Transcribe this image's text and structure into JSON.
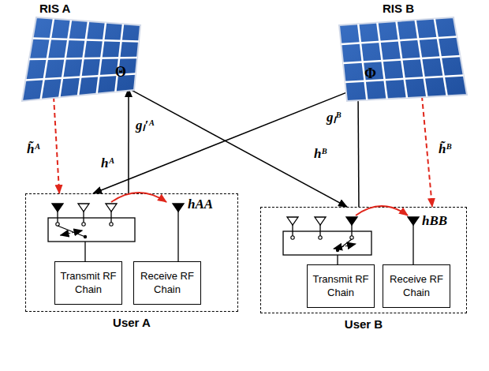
{
  "diagram": {
    "nodes": [
      {
        "text": [
          "RIS A",
          "Θ"
        ]
      },
      {
        "text": [
          "RIS B",
          "Φ"
        ]
      },
      {
        "text": [
          "User A"
        ]
      },
      {
        "text": [
          "Transmit RF Chain"
        ],
        "in": 2
      },
      {
        "text": [
          "Receive RF Chain"
        ],
        "in": 2
      },
      {
        "text": [
          "User B"
        ]
      },
      {
        "text": [
          "Transmit RF Chain"
        ],
        "in": 5
      },
      {
        "text": [
          "Receive RF Chain"
        ],
        "in": 5
      }
    ],
    "edges": [
      {
        "from": 2,
        "to": 0,
        "arrow": "to",
        "label": "gₗ′ᴬ"
      },
      {
        "from": 5,
        "to": 1,
        "arrow": "to",
        "label": "gₗᴮ"
      },
      {
        "from": 1,
        "to": 2,
        "arrow": "to",
        "label": "hᴬ"
      },
      {
        "from": 0,
        "to": 5,
        "arrow": "to",
        "label": "hᴮ"
      },
      {
        "from": 0,
        "to": 2,
        "arrow": "to",
        "label": "h̃ᴬ"
      },
      {
        "from": 1,
        "to": 5,
        "arrow": "to",
        "label": "h̃ᴮ"
      }
    ],
    "labels": [
      "hAA",
      "hBB"
    ]
  }
}
